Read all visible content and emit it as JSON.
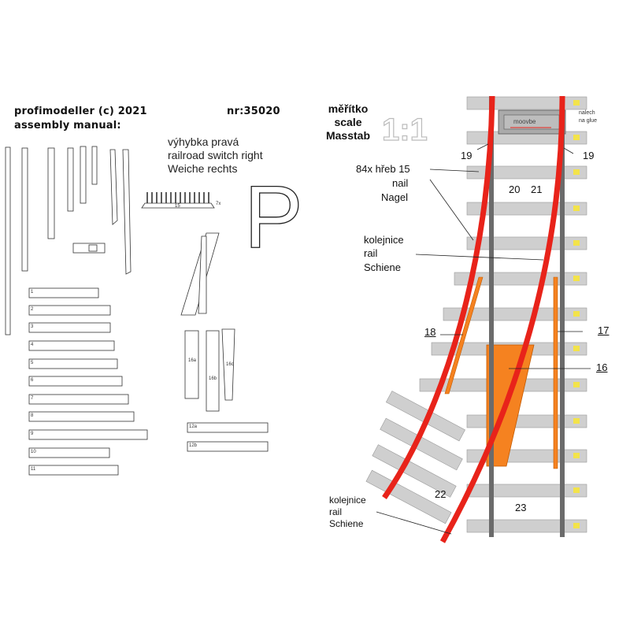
{
  "header": {
    "brand": "profimodeller (c) 2021",
    "manual": "assembly manual:",
    "part_number": "nr:35020"
  },
  "title": {
    "cz": "výhybka pravá",
    "en": "railroad switch right",
    "de": "Weiche rechts"
  },
  "scale": {
    "cz": "měřítko",
    "en": "scale",
    "de": "Masstab",
    "ratio": "1:1"
  },
  "big_letter": "P",
  "strip_label": "15",
  "strip_side": "7x",
  "piece_ids": [
    "16a",
    "16b",
    "16c"
  ],
  "ties_numbers": [
    "1",
    "2",
    "3",
    "4",
    "5",
    "6",
    "7",
    "8",
    "9",
    "10",
    "11",
    "12a",
    "12b"
  ],
  "callouts": {
    "nail": {
      "count_line": "84x  hřeb 15",
      "en": "nail",
      "de": "Nagel"
    },
    "rail_top": {
      "cz": "kolejnice",
      "en": "rail",
      "de": "Schiene"
    },
    "rail_bottom": {
      "cz": "kolejnice",
      "en": "rail",
      "de": "Schiene"
    },
    "glue": {
      "line1": "nalech",
      "line2": "na glue"
    },
    "motor_box": "moovbe",
    "num19l": "19",
    "num19r": "19",
    "num20": "20",
    "num21": "21",
    "num18": "18",
    "num17": "17",
    "num16": "16",
    "num22": "22",
    "num23": "23"
  },
  "colors": {
    "rail_red": "#e8231a",
    "rail_grey": "#6b6b6b",
    "tie_grey": "#cfcfcf",
    "orange": "#f58220",
    "yellow_mark": "#f3e34a"
  }
}
